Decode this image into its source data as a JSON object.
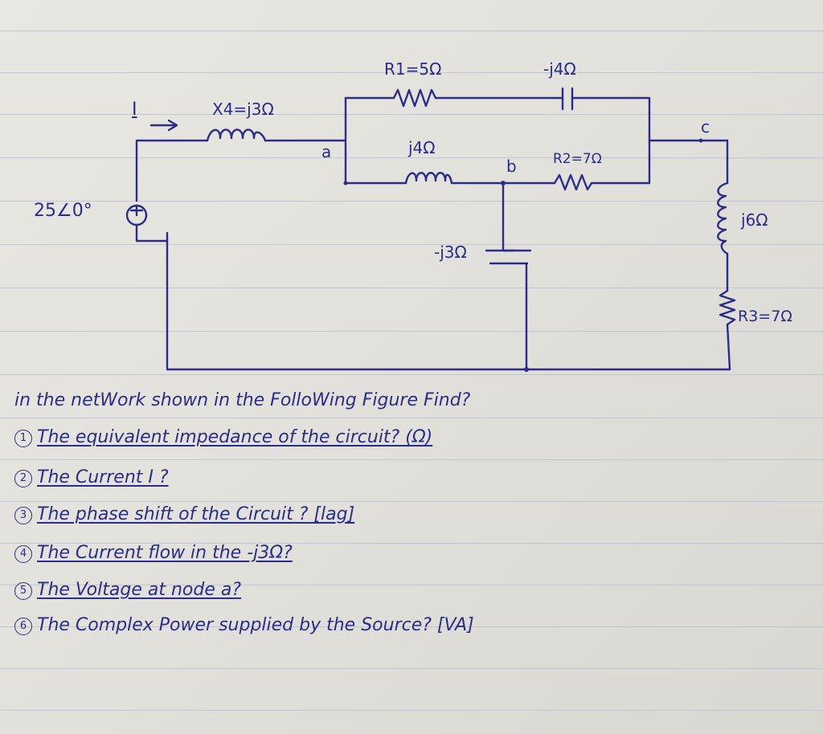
{
  "diagram": {
    "labels": {
      "current": "I",
      "x4": "X4=j3Ω",
      "r1": "R1=5Ω",
      "cap_top": "-j4Ω",
      "ind_mid": "j4Ω",
      "r2": "R2=7Ω",
      "node_a": "a",
      "node_b": "b",
      "node_c": "c",
      "source": "25∠0°",
      "cap_shunt": "-j3Ω",
      "ind_right": "j6Ω",
      "r3": "R3=7Ω"
    }
  },
  "text": {
    "intro": "in the netWork shown in the FolloWing Figure Find?",
    "questions": [
      {
        "num": "1",
        "text": "The equivalent impedance of the circuit? (Ω)"
      },
      {
        "num": "2",
        "text": "The Current I ?"
      },
      {
        "num": "3",
        "text": "The phase shift of the Circuit ?   [lag]"
      },
      {
        "num": "4",
        "text": "The Current flow in the -j3Ω?"
      },
      {
        "num": "5",
        "text": "The Voltage at node a?"
      },
      {
        "num": "6",
        "text": "The Complex Power supplied by the Source? [VA]"
      }
    ]
  },
  "colors": {
    "ink": "#2b2d86",
    "paper": "#e6e4df",
    "rule": "#b8bec4"
  }
}
